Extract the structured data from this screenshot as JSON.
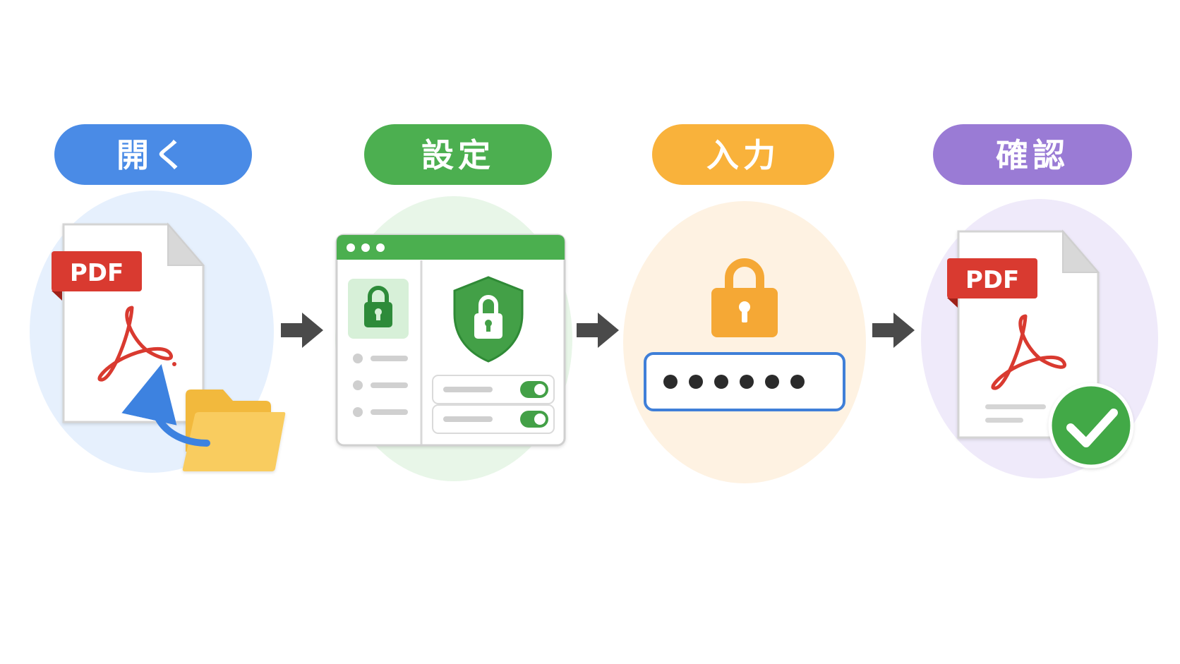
{
  "steps": [
    {
      "label": "開く",
      "color": "#4a8be6",
      "bg": "#e6f0fd"
    },
    {
      "label": "設定",
      "color": "#4caf50",
      "bg": "#e8f6e8"
    },
    {
      "label": "入力",
      "color": "#f9b23b",
      "bg": "#fef2e2"
    },
    {
      "label": "確認",
      "color": "#9a7bd5",
      "bg": "#efeafa"
    }
  ],
  "pdf_badge": "PDF",
  "password_dots": 6,
  "colors": {
    "arrow": "#4a4a4a",
    "pdf_red": "#d93a30",
    "folder": "#f9cc5e",
    "folder_back": "#f2b93e",
    "lock_orange": "#f5a835",
    "input_border": "#3f7fd8",
    "check_green": "#43a947",
    "window_green": "#4caf50",
    "toggle_green": "#43a047"
  },
  "icons": [
    "pdf-file-icon",
    "folder-icon",
    "open-arrow-icon",
    "settings-window-icon",
    "shield-lock-icon",
    "padlock-icon",
    "password-field-icon",
    "checkmark-badge-icon",
    "step-arrow-icon"
  ]
}
